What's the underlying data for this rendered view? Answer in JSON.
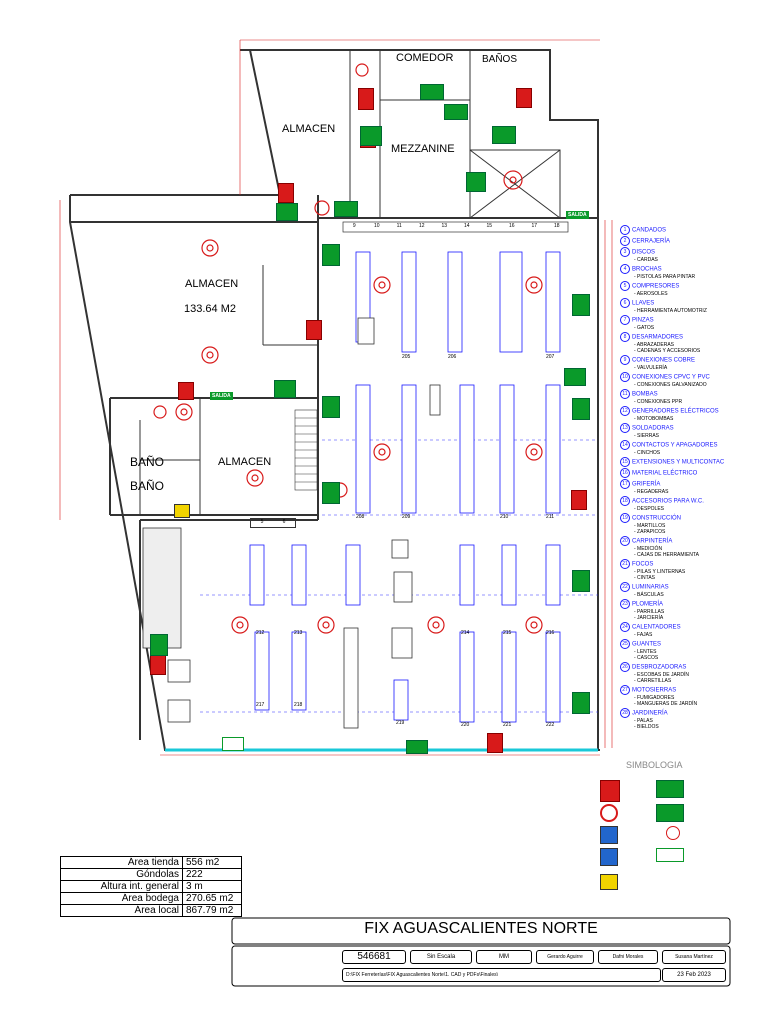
{
  "rooms": {
    "comedor": "COMEDOR",
    "banos_top": "BAÑOS",
    "almacen_top": "ALMACEN",
    "mezzanine": "MEZZANINE",
    "almacen_main": "ALMACEN",
    "almacen_area": "133.64 M2",
    "bano_1": "BAÑO",
    "bano_2": "BAÑO",
    "almacen_lower": "ALMACEN"
  },
  "signs": {
    "salida_1": "SALIDA",
    "salida_2": "SALIDA"
  },
  "bay_numbers": [
    "9",
    "10",
    "11",
    "12",
    "13",
    "14",
    "15",
    "16",
    "17",
    "18"
  ],
  "small_bays": [
    "5",
    "6"
  ],
  "gondola_labels": [
    "212",
    "213",
    "214",
    "215",
    "216",
    "217",
    "218",
    "219",
    "220",
    "221",
    "222",
    "205",
    "206",
    "207",
    "208",
    "209",
    "210",
    "211"
  ],
  "legend": [
    {
      "num": "1",
      "title": "CANDADOS",
      "items": []
    },
    {
      "num": "2",
      "title": "CERRAJERÍA",
      "items": []
    },
    {
      "num": "3",
      "title": "DISCOS",
      "items": [
        "- CARDAS"
      ]
    },
    {
      "num": "4",
      "title": "BROCHAS",
      "items": [
        "- PISTOLAS PARA PINTAR"
      ]
    },
    {
      "num": "5",
      "title": "COMPRESORES",
      "items": [
        "- AEROSOLES"
      ]
    },
    {
      "num": "6",
      "title": "LLAVES",
      "items": [
        "- HERRAMIENTA AUTOMOTRIZ"
      ]
    },
    {
      "num": "7",
      "title": "PINZAS",
      "items": [
        "- GATOS"
      ]
    },
    {
      "num": "8",
      "title": "DESARMADORES",
      "items": [
        "- ABRAZADERAS",
        "- CADENAS Y ACCESORIOS"
      ]
    },
    {
      "num": "9",
      "title": "CONEXIONES COBRE",
      "items": [
        "- VALVULERÍA"
      ]
    },
    {
      "num": "10",
      "title": "CONEXIONES CPVC Y PVC",
      "items": [
        "- CONEXIONES GALVANIZADO"
      ]
    },
    {
      "num": "11",
      "title": "BOMBAS",
      "items": [
        "- CONEXIONES PPR"
      ]
    },
    {
      "num": "12",
      "title": "GENERADORES ELÉCTRICOS",
      "items": [
        "- MOTOBOMBAS"
      ]
    },
    {
      "num": "13",
      "title": "SOLDADORAS",
      "items": [
        "- SIERRAS"
      ]
    },
    {
      "num": "14",
      "title": "CONTACTOS Y APAGADORES",
      "items": [
        "- CINCHOS"
      ]
    },
    {
      "num": "15",
      "title": "EXTENSIONES Y MULTICONTAC",
      "items": []
    },
    {
      "num": "16",
      "title": "MATERIAL ELÉCTRICO",
      "items": []
    },
    {
      "num": "17",
      "title": "GRIFERÍA",
      "items": [
        "- REGADERAS"
      ]
    },
    {
      "num": "18",
      "title": "ACCESORIOS PARA W.C.",
      "items": [
        "- DESPOLES"
      ]
    },
    {
      "num": "19",
      "title": "CONSTRUCCIÓN",
      "items": [
        "- MARTILLOS",
        "- ZAPAPICOS"
      ]
    },
    {
      "num": "20",
      "title": "CARPINTERÍA",
      "items": [
        "- MEDICIÓN",
        "- CAJAS DE HERRAMIENTA"
      ]
    },
    {
      "num": "21",
      "title": "FOCOS",
      "items": [
        "- PILAS Y LINTERNAS",
        "- CINTAS"
      ]
    },
    {
      "num": "22",
      "title": "LUMINARIAS",
      "items": [
        "- BÁSCULAS"
      ]
    },
    {
      "num": "23",
      "title": "PLOMERÍA",
      "items": [
        "- PARRILLAS",
        "- JARCIERÍA"
      ]
    },
    {
      "num": "24",
      "title": "CALENTADORES",
      "items": [
        "- FAJAS"
      ]
    },
    {
      "num": "25",
      "title": "GUANTES",
      "items": [
        "- LENTES",
        "- CASCOS"
      ]
    },
    {
      "num": "26",
      "title": "DESBROZADORAS",
      "items": [
        "- ESCOBAS DE JARDÍN",
        "- CARRETILLAS"
      ]
    },
    {
      "num": "27",
      "title": "MOTOSIERRAS",
      "items": [
        "- FUMIGADORES",
        "- MANGUERAS DE JARDÍN"
      ]
    },
    {
      "num": "28",
      "title": "JARDINERÍA",
      "items": [
        "- PALAS",
        "- BIELDOS"
      ]
    }
  ],
  "simbologia": {
    "title": "SIMBOLOGIA"
  },
  "stats": [
    {
      "label": "Área tienda",
      "value": "556 m2"
    },
    {
      "label": "Góndolas",
      "value": "222"
    },
    {
      "label": "Altura int. general",
      "value": "3 m"
    },
    {
      "label": "Área bodega",
      "value": "270.65 m2"
    },
    {
      "label": "Área local",
      "value": "867.79 m2"
    }
  ],
  "title_block": {
    "store_name": "FIX AGUASCALIENTES NORTE",
    "cliente": "546681",
    "escala": "Sin Escala",
    "acotacion": "MM",
    "dibujo_1": "Gerardo Aguirre",
    "dibujo_2": "Dafni Morales",
    "dibujo_3": "Susana Martínez",
    "path": "D:\\FIX Ferreterías\\FIX Aguascalientes Norte\\1. CAD y PDFs\\Finales\\",
    "fecha": "23 Feb 2023"
  },
  "colors": {
    "exit": "#0a9a2a",
    "extinguisher": "#d81a1a",
    "gondola": "#1a1aff",
    "dimension": "#d81a1a",
    "wall": "#333333"
  }
}
